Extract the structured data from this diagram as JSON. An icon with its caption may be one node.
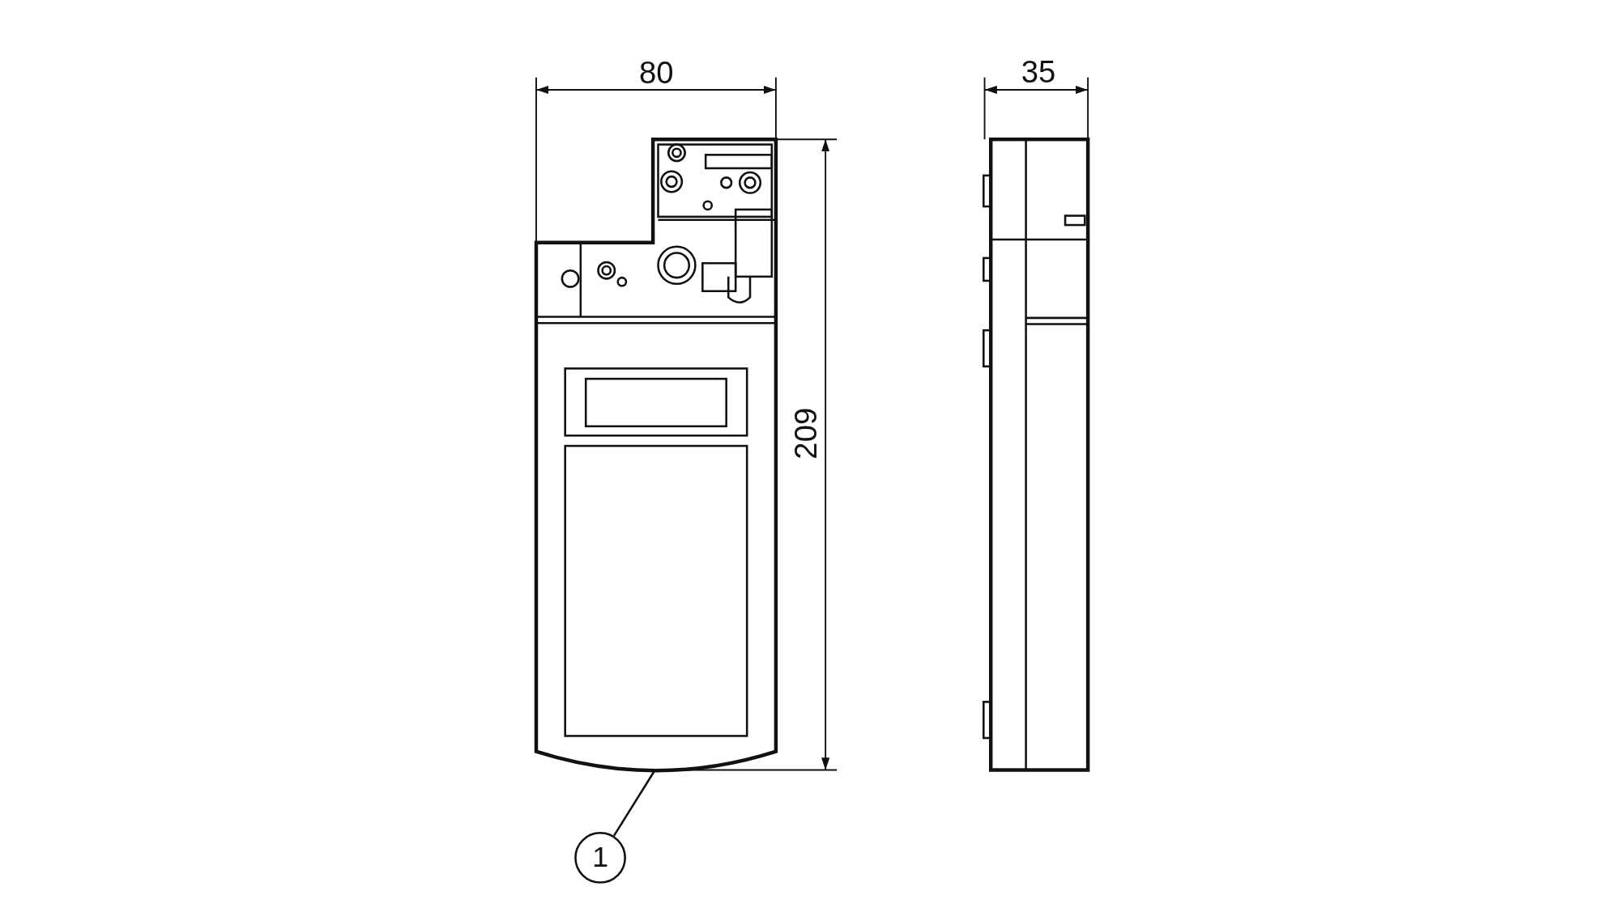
{
  "diagram": {
    "nodes": [
      {
        "text": [],
        "shape": "picture"
      },
      {
        "text": [
          "1"
        ]
      }
    ],
    "edges": [
      {
        "from": 1,
        "to": 0,
        "arrow": "none"
      }
    ],
    "labels": [
      "80",
      "35",
      "209"
    ]
  }
}
